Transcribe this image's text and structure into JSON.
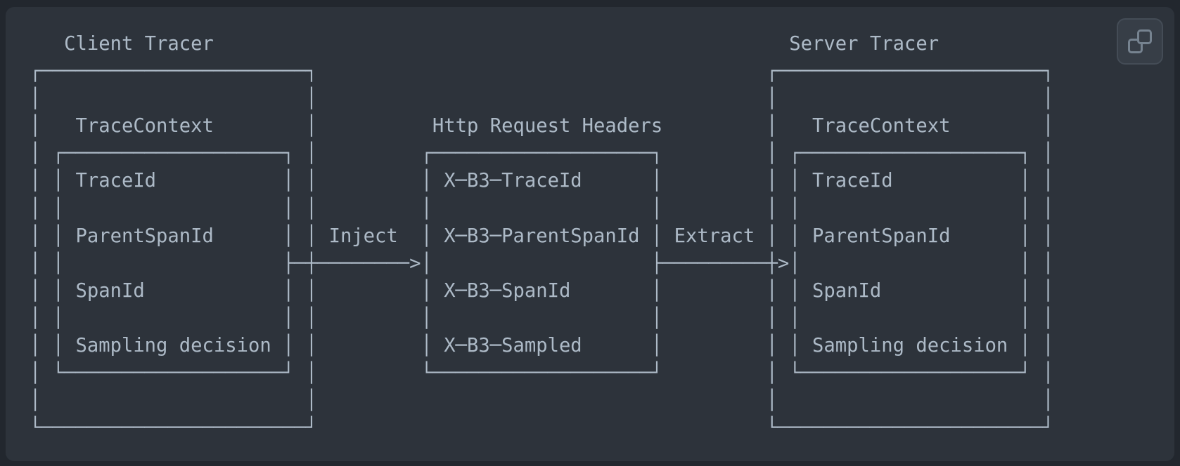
{
  "colors": {
    "page_bg": "#22272e",
    "code_block_bg": "#2d333b",
    "diagram_text": "#adbac7",
    "button_bg": "#373e47",
    "button_border": "#444c56",
    "icon": "#768390"
  },
  "copy_button": {
    "icon_name": "copy-icon"
  },
  "code_block": {
    "diagram_lines": [
      "   Client Tracer                                                  Server Tracer",
      "┌───────────────────────┐                                       ┌───────────────────────┐",
      "│                       │                                       │                       │",
      "│   TraceContext        │          Http Request Headers         │   TraceContext        │",
      "│ ┌───────────────────┐ │         ┌───────────────────┐         │ ┌───────────────────┐ │",
      "│ │ TraceId           │ │         │ X─B3─TraceId      │         │ │ TraceId           │ │",
      "│ │                   │ │         │                   │         │ │                   │ │",
      "│ │ ParentSpanId      │ │ Inject  │ X─B3─ParentSpanId │ Extract │ │ ParentSpanId      │ │",
      "│ │                   ├─┼────────>│                   ├─────────┼>│                   │ │",
      "│ │ SpanId            │ │         │ X─B3─SpanId       │         │ │ SpanId            │ │",
      "│ │                   │ │         │                   │         │ │                   │ │",
      "│ │ Sampling decision │ │         │ X─B3─Sampled      │         │ │ Sampling decision │ │",
      "│ └───────────────────┘ │         └───────────────────┘         │ └───────────────────┘ │",
      "│                       │                                       │                       │",
      "└───────────────────────┘                                       └───────────────────────┘"
    ],
    "diagram": {
      "client_tracer": {
        "title": "Client Tracer",
        "context_label": "TraceContext",
        "fields": [
          "TraceId",
          "ParentSpanId",
          "SpanId",
          "Sampling decision"
        ]
      },
      "http_request_headers": {
        "title": "Http Request Headers",
        "headers": [
          "X─B3─TraceId",
          "X─B3─ParentSpanId",
          "X─B3─SpanId",
          "X─B3─Sampled"
        ]
      },
      "server_tracer": {
        "title": "Server Tracer",
        "context_label": "TraceContext",
        "fields": [
          "TraceId",
          "ParentSpanId",
          "SpanId",
          "Sampling decision"
        ]
      },
      "inject_label": "Inject",
      "extract_label": "Extract"
    }
  }
}
